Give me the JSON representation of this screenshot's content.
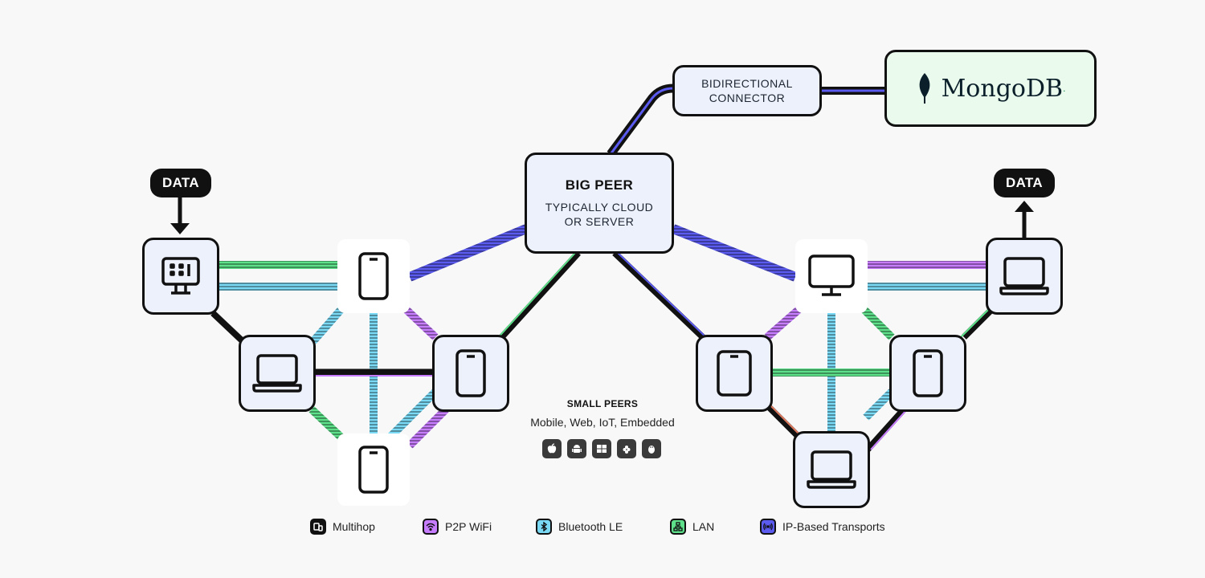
{
  "big_peer": {
    "title": "BIG PEER",
    "subtitle_line1": "TYPICALLY CLOUD",
    "subtitle_line2": "OR SERVER"
  },
  "connector": {
    "line1": "BIDIRECTIONAL",
    "line2": "CONNECTOR"
  },
  "mongodb": {
    "label": "MongoDB",
    "icon": "mongodb-leaf-icon"
  },
  "data_in": {
    "label": "DATA"
  },
  "data_out": {
    "label": "DATA"
  },
  "small_peers": {
    "title": "SMALL PEERS",
    "subtitle": "Mobile, Web, IoT, Embedded",
    "platform_icons": [
      "apple-icon",
      "android-icon",
      "windows-icon",
      "raspberry-pi-icon",
      "linux-icon"
    ]
  },
  "legend": [
    {
      "label": "Multihop",
      "color": "#111111",
      "icon": "multihop-icon"
    },
    {
      "label": "P2P WiFi",
      "color": "#c77dff",
      "icon": "wifi-icon"
    },
    {
      "label": "Bluetooth LE",
      "color": "#7ad9f5",
      "icon": "bluetooth-icon"
    },
    {
      "label": "LAN",
      "color": "#5ee08a",
      "icon": "lan-icon"
    },
    {
      "label": "IP-Based Transports",
      "color": "#5b5bf0",
      "icon": "broadcast-icon"
    }
  ],
  "colors": {
    "multihop": "#111111",
    "p2p_wifi": "#c77dff",
    "bluetooth": "#7ad9f5",
    "lan": "#5ee08a",
    "ip": "#5b5bf0",
    "box_fill": "#ecf1fb",
    "mongo_fill": "#eafbee"
  }
}
